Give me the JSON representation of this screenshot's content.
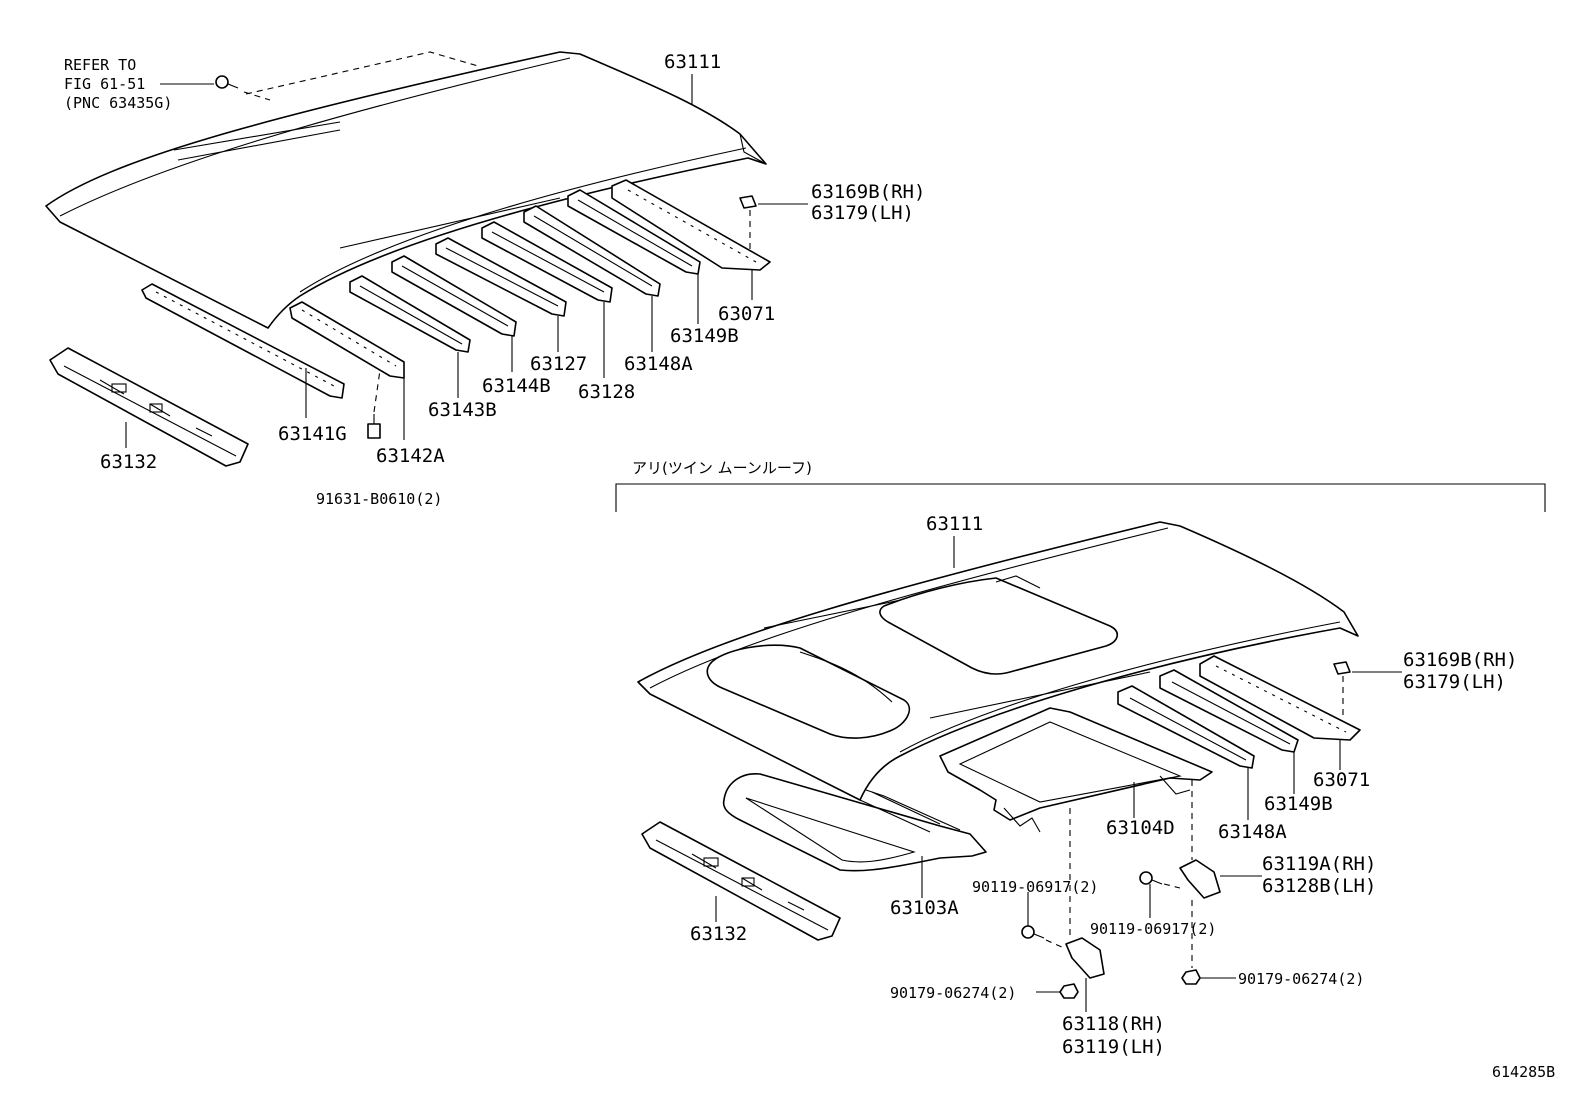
{
  "upper_section": {
    "refer_note": {
      "line1": "REFER TO",
      "line2": "FIG 61-51",
      "line3": "(PNC 63435G)"
    },
    "labels": {
      "roof_panel": "63111",
      "bracket_rh": "63169B(RH)",
      "bracket_lh": "63179(LH)",
      "reinf_63071": "63071",
      "reinf_63149B": "63149B",
      "reinf_63148A": "63148A",
      "reinf_63128": "63128",
      "reinf_63127": "63127",
      "reinf_63144B": "63144B",
      "reinf_63143B": "63143B",
      "reinf_63142A": "63142A",
      "reinf_63141G": "63141G",
      "header_63132": "63132",
      "bolt_91631": "91631-B0610(2)"
    }
  },
  "lower_section": {
    "variant_title": "アリ(ツイン ムーンルーフ)",
    "labels": {
      "roof_panel": "63111",
      "bracket_rh": "63169B(RH)",
      "bracket_lh": "63179(LH)",
      "reinf_63071": "63071",
      "reinf_63149B": "63149B",
      "reinf_63148A": "63148A",
      "frame_63104D": "63104D",
      "frame_63103A": "63103A",
      "header_63132": "63132",
      "bracket_63119A": "63119A(RH)",
      "bracket_63128B": "63128B(LH)",
      "bolt_left": "90119-06917(2)",
      "bolt_right": "90119-06917(2)",
      "nut_left": "90179-06274(2)",
      "nut_right": "90179-06274(2)",
      "bracket_63118": "63118(RH)",
      "bracket_63119": "63119(LH)"
    }
  },
  "figure_id": "614285B"
}
